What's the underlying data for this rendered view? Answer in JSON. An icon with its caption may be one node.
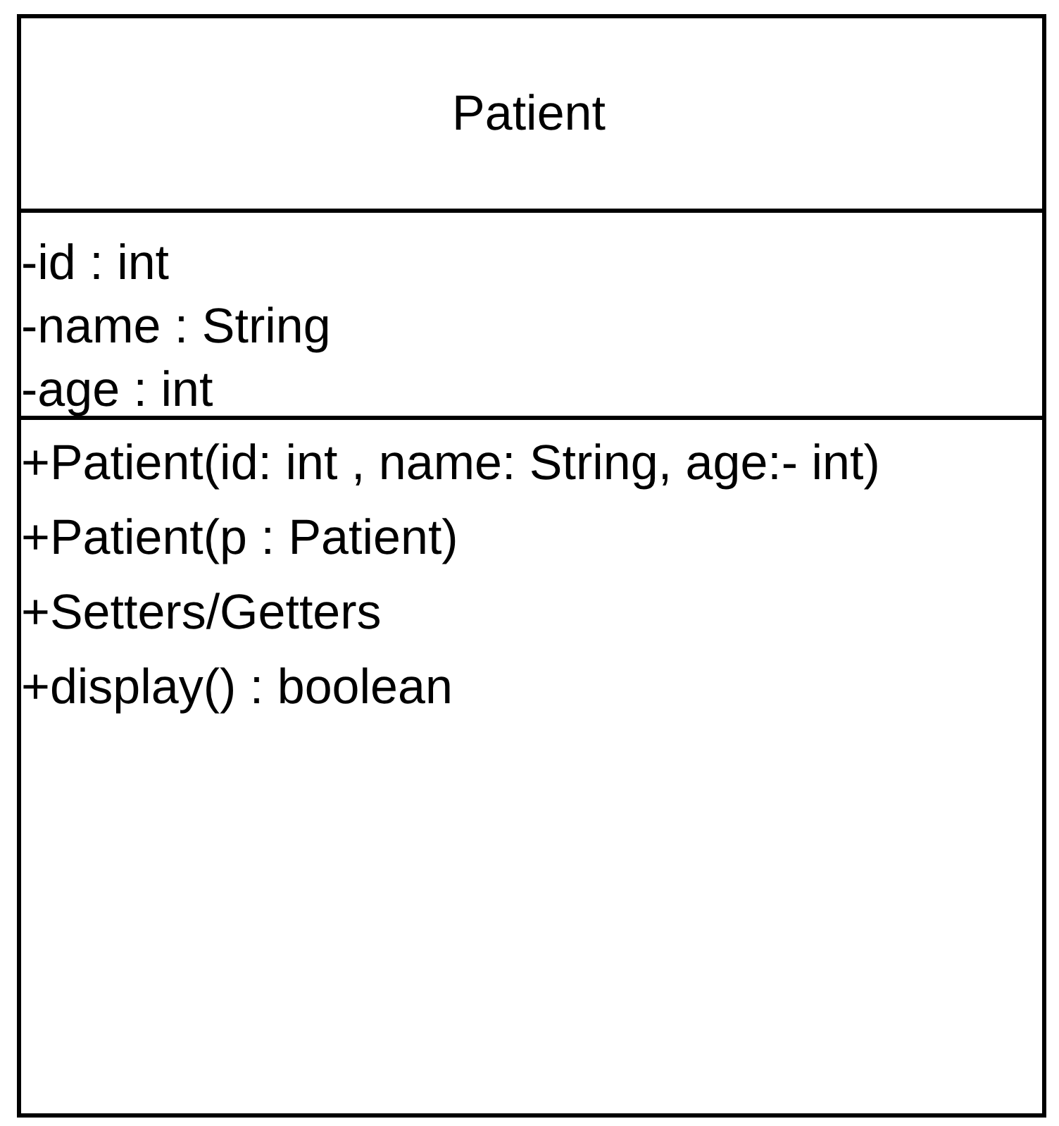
{
  "diagram": {
    "nodes": [
      {
        "text": [
          "Patient",
          "-id : int",
          "-name : String",
          "-age : int",
          "+Patient(id: int , name: String, age:- int)",
          "+Patient(p : Patient)",
          "+Setters/Getters",
          "+display() : boolean"
        ]
      }
    ]
  }
}
